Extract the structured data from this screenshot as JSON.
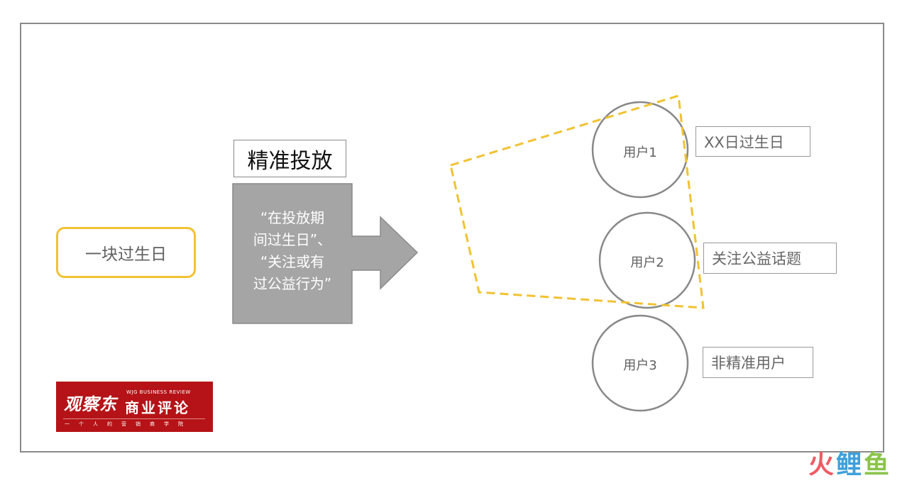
{
  "source": {
    "label": "一块过生日"
  },
  "targeting": {
    "title": "精准投放",
    "condition_lines": [
      "“在投放期",
      "间过生日”、",
      "“关注或有",
      "过公益行为”"
    ]
  },
  "users": [
    {
      "label": "用户1",
      "tag": "XX日过生日"
    },
    {
      "label": "用户2",
      "tag": "关注公益话题"
    },
    {
      "label": "用户3",
      "tag": "非精准用户"
    }
  ],
  "logo": {
    "name_cn": "观察东",
    "name_en": "WJG BUSINESS REVIEW",
    "name_review": "商业评论",
    "slogan": "一个人的营销商学院"
  },
  "watermark": {
    "part1": "火",
    "part2": "鲤",
    "part3": "鱼"
  },
  "colors": {
    "accent_yellow": "#f1c232",
    "arrow_gray": "#a5a5a5",
    "logo_red": "#b51317"
  }
}
